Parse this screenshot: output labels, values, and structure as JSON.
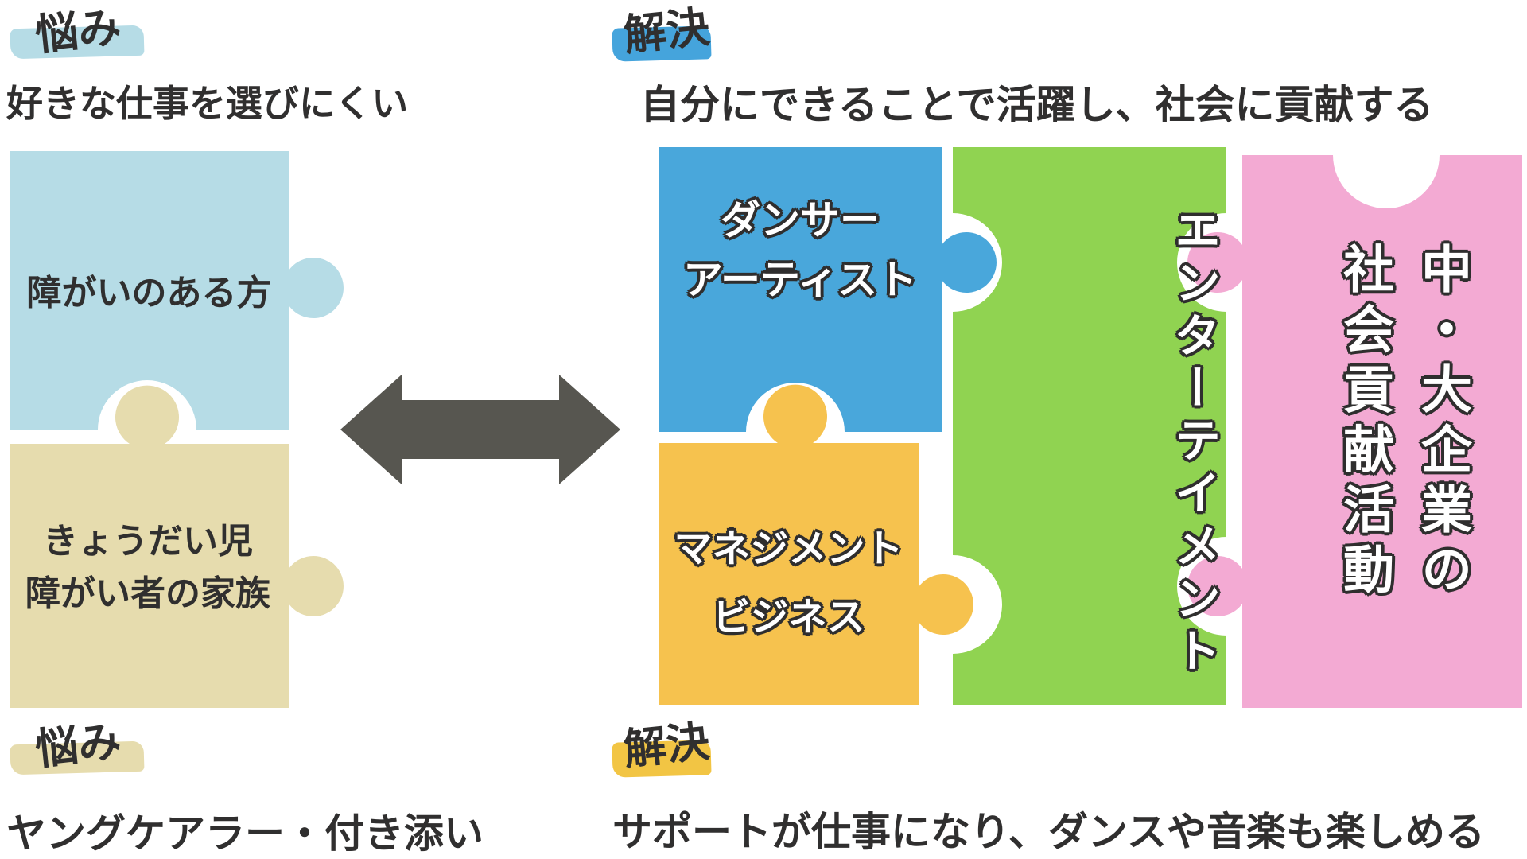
{
  "colors": {
    "light_blue": "#b6dce6",
    "tan": "#e6dcae",
    "blue": "#49a7db",
    "orange": "#f6c24e",
    "green": "#90d351",
    "pink": "#f3aad3",
    "arrow": "#575650",
    "ink": "#302f2f",
    "highlight_blue": "#45a4dc",
    "highlight_yellow": "#f2c544"
  },
  "icons": {
    "exchange_arrow": "double-headed-horizontal-arrow"
  },
  "top_left": {
    "tag": "悩み",
    "heading": "好きな仕事を選びにくい"
  },
  "top_right": {
    "tag": "解決",
    "heading": "自分にできることで活躍し、社会に貢献する"
  },
  "bottom_left": {
    "tag": "悩み",
    "heading": "ヤングケアラー・付き添い"
  },
  "bottom_right": {
    "tag": "解決",
    "heading": "サポートが仕事になり、ダンスや音楽も楽しめる"
  },
  "pieces": {
    "audience_top": {
      "label": "障がいのある方"
    },
    "audience_bottom": {
      "line1": "きょうだい児",
      "line2": "障がい者の家族"
    },
    "dancer": {
      "line1": "ダンサー",
      "line2": "アーティスト"
    },
    "management": {
      "line1": "マネジメント",
      "line2": "ビジネス"
    },
    "entertainment": {
      "label": "エンターテイメント"
    },
    "csr": {
      "line1": "中・大企業の",
      "line2": "社会貢献活動"
    }
  }
}
